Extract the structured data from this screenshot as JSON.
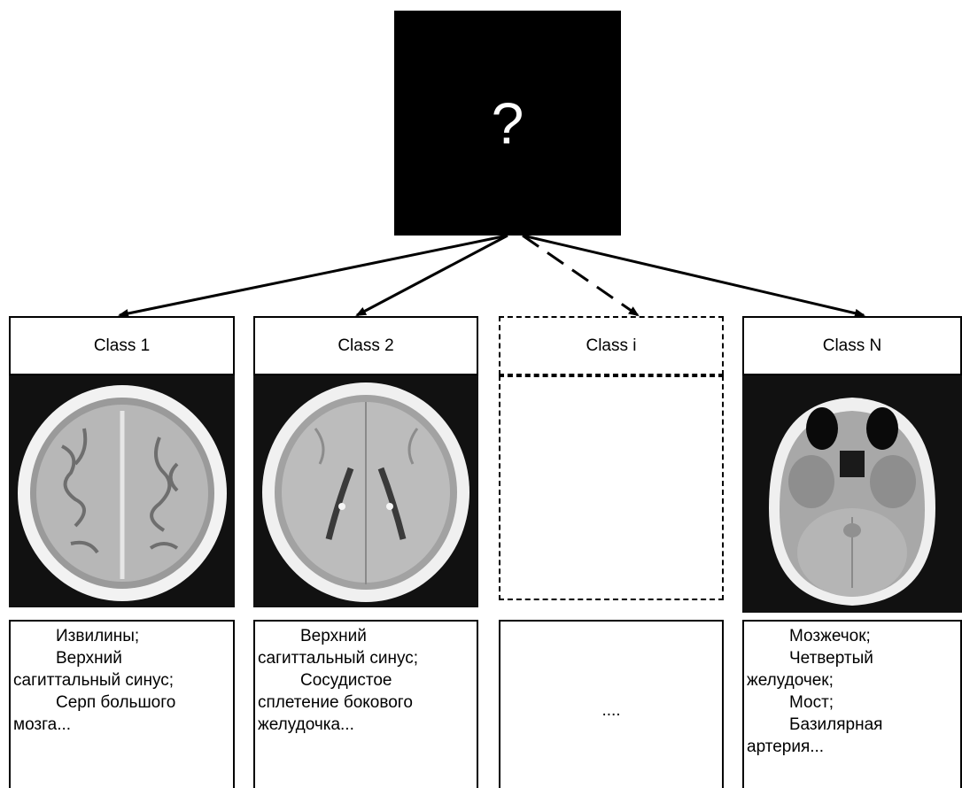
{
  "query": {
    "symbol": "?"
  },
  "classes": [
    {
      "header": "Class 1",
      "lines": [
        {
          "text": "Извилины;",
          "indent": true
        },
        {
          "text": "Верхний",
          "indent": true
        },
        {
          "text": "сагиттальный синус;",
          "indent": false
        },
        {
          "text": "Серп большого",
          "indent": true
        },
        {
          "text": "мозга...",
          "indent": false
        }
      ]
    },
    {
      "header": "Class 2",
      "lines": [
        {
          "text": "Верхний",
          "indent": true
        },
        {
          "text": "сагиттальный синус;",
          "indent": false
        },
        {
          "text": "Сосудистое",
          "indent": true
        },
        {
          "text": "сплетение бокового",
          "indent": false
        },
        {
          "text": "желудочка...",
          "indent": false
        }
      ]
    },
    {
      "header": "Class i",
      "placeholder": "...."
    },
    {
      "header": "Class N",
      "lines": [
        {
          "text": "Мозжечок;",
          "indent": true
        },
        {
          "text": "Четвертый",
          "indent": true
        },
        {
          "text": "желудочек;",
          "indent": false
        },
        {
          "text": "Мост;",
          "indent": true
        },
        {
          "text": "Базилярная",
          "indent": true
        },
        {
          "text": "артерия...",
          "indent": false
        }
      ]
    }
  ]
}
